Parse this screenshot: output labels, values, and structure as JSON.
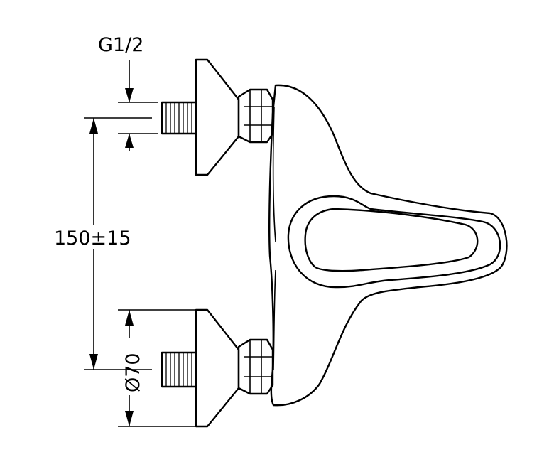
{
  "dimensions": {
    "thread_label": "G1/2",
    "spacing_label": "150±15",
    "diameter_label": "Ø70"
  }
}
